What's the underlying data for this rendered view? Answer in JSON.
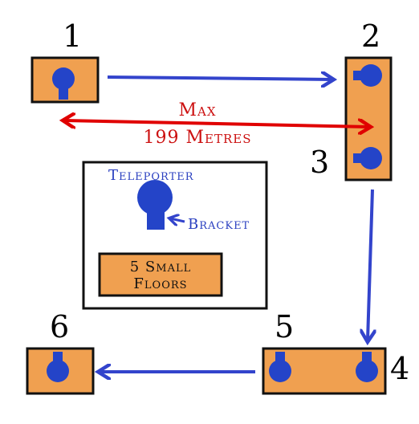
{
  "colors": {
    "block": "#f0a050",
    "outline": "#111111",
    "teleporter": "#2444c8",
    "arrow_blue": "#3344cc",
    "arrow_red": "#e00000",
    "label_red": "#cc1010",
    "label_blue": "#2a3fc0",
    "background": "#ffffff"
  },
  "icons": {
    "teleporter": "keyhole-teleporter-icon",
    "arrow": "arrow-icon"
  },
  "numbers": {
    "n1": "1",
    "n2": "2",
    "n3": "3",
    "n4": "4",
    "n5": "5",
    "n6": "6"
  },
  "distance": {
    "line1": "Max",
    "line2": "199 Metres"
  },
  "legend": {
    "teleporter_label": "Teleporter",
    "bracket_label": "Bracket",
    "floors_line1": "5 Small",
    "floors_line2": "Floors"
  }
}
